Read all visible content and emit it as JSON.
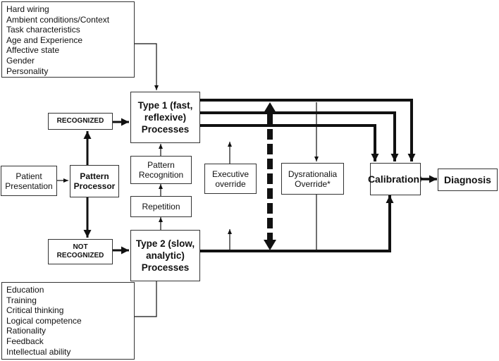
{
  "context_factors": [
    "Hard wiring",
    "Ambient conditions/Context",
    "Task characteristics",
    "Age and Experience",
    "Affective state",
    "Gender",
    "Personality"
  ],
  "education_factors": [
    "Education",
    "Training",
    "Critical thinking",
    "Logical competence",
    "Rationality",
    "Feedback",
    "Intellectual ability"
  ],
  "boxes": {
    "patient_presentation": "Patient Presentation",
    "pattern_processor": "Pattern Processor",
    "recognized": "RECOGNIZED",
    "not_recognized": "NOT RECOGNIZED",
    "type1": "Type 1 (fast, reflexive) Processes",
    "type2": "Type 2 (slow, analytic) Processes",
    "pattern_recognition": "Pattern Recognition",
    "repetition": "Repetition",
    "executive_override": "Executive override",
    "dysrationalia_override": "Dysrationalia Override*",
    "calibration": "Calibration",
    "calibration_mark": "†",
    "diagnosis": "Diagnosis"
  }
}
